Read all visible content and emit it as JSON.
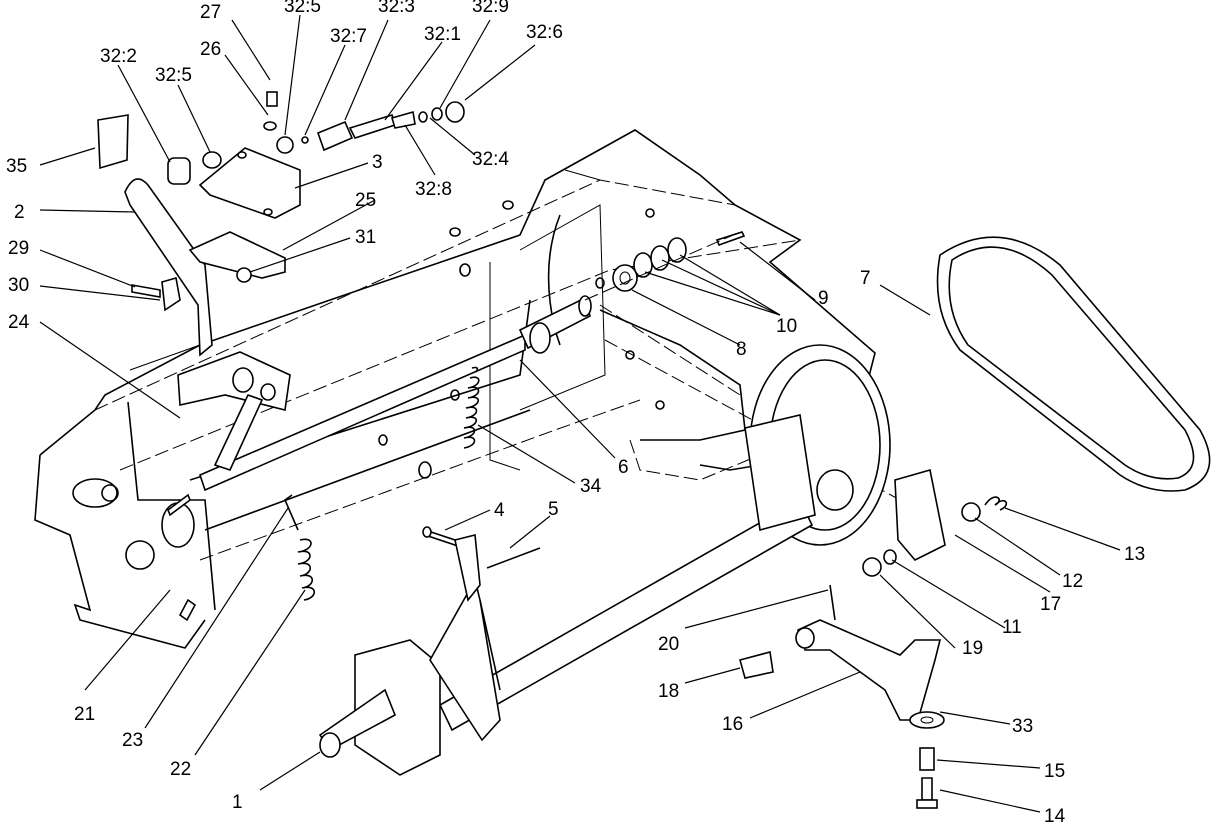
{
  "callouts": [
    {
      "id": "c-1",
      "text": "1"
    },
    {
      "id": "c-2",
      "text": "2"
    },
    {
      "id": "c-3",
      "text": "3"
    },
    {
      "id": "c-4",
      "text": "4"
    },
    {
      "id": "c-5",
      "text": "5"
    },
    {
      "id": "c-6",
      "text": "6"
    },
    {
      "id": "c-7",
      "text": "7"
    },
    {
      "id": "c-8",
      "text": "8"
    },
    {
      "id": "c-9",
      "text": "9"
    },
    {
      "id": "c-10",
      "text": "10"
    },
    {
      "id": "c-11",
      "text": "11"
    },
    {
      "id": "c-12",
      "text": "12"
    },
    {
      "id": "c-13",
      "text": "13"
    },
    {
      "id": "c-14",
      "text": "14"
    },
    {
      "id": "c-15",
      "text": "15"
    },
    {
      "id": "c-16",
      "text": "16"
    },
    {
      "id": "c-17",
      "text": "17"
    },
    {
      "id": "c-18",
      "text": "18"
    },
    {
      "id": "c-19",
      "text": "19"
    },
    {
      "id": "c-20",
      "text": "20"
    },
    {
      "id": "c-21",
      "text": "21"
    },
    {
      "id": "c-22",
      "text": "22"
    },
    {
      "id": "c-23",
      "text": "23"
    },
    {
      "id": "c-24",
      "text": "24"
    },
    {
      "id": "c-25",
      "text": "25"
    },
    {
      "id": "c-26",
      "text": "26"
    },
    {
      "id": "c-27",
      "text": "27"
    },
    {
      "id": "c-29",
      "text": "29"
    },
    {
      "id": "c-30",
      "text": "30"
    },
    {
      "id": "c-31",
      "text": "31"
    },
    {
      "id": "c-32-1",
      "text": "32:1"
    },
    {
      "id": "c-32-2",
      "text": "32:2"
    },
    {
      "id": "c-32-3",
      "text": "32:3"
    },
    {
      "id": "c-32-4",
      "text": "32:4"
    },
    {
      "id": "c-32-5a",
      "text": "32:5"
    },
    {
      "id": "c-32-5b",
      "text": "32:5"
    },
    {
      "id": "c-32-6",
      "text": "32:6"
    },
    {
      "id": "c-32-7",
      "text": "32:7"
    },
    {
      "id": "c-32-8",
      "text": "32:8"
    },
    {
      "id": "c-32-9",
      "text": "32:9"
    },
    {
      "id": "c-33",
      "text": "33"
    },
    {
      "id": "c-34",
      "text": "34"
    },
    {
      "id": "c-35",
      "text": "35"
    }
  ]
}
